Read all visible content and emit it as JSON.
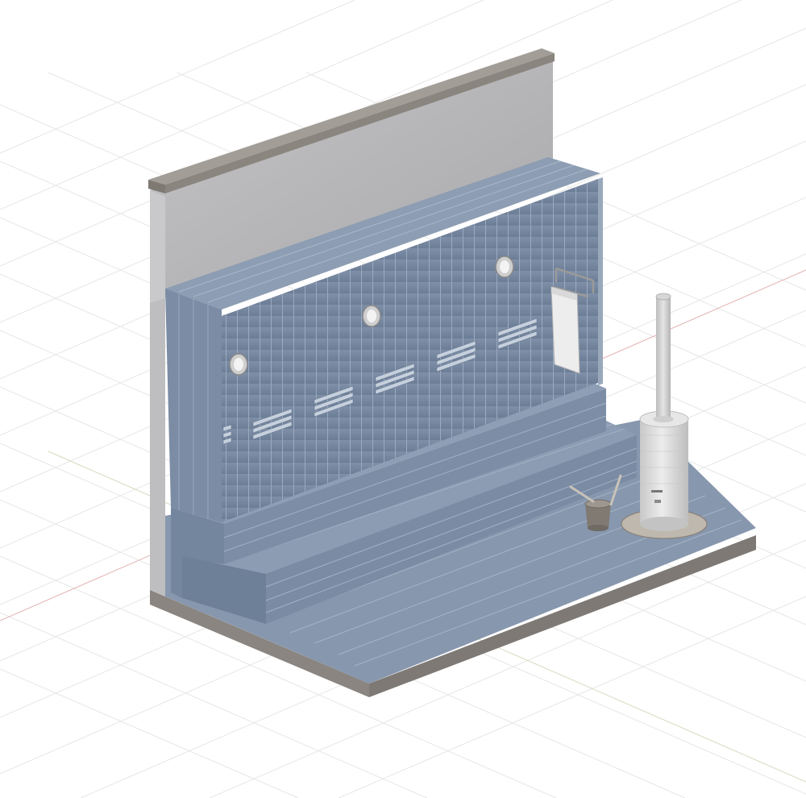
{
  "scene": {
    "subject": "isometric-sauna-interior",
    "objects": [
      "grid-floor",
      "back-wall",
      "wall-cap",
      "base-slab",
      "floor-deck",
      "bench-lower",
      "bench-upper",
      "backrest-panel",
      "side-panel",
      "wall-lamps",
      "vent-slats",
      "towel-rail",
      "towel",
      "stove",
      "chimney-pipe",
      "stove-base-plate",
      "water-bucket",
      "ladle"
    ],
    "lamp_count": 3,
    "vent_count": 6
  },
  "colors": {
    "background": "#ffffff",
    "grid": "#e6e6e6",
    "axis_red": "#d98a8a",
    "axis_green": "#b9c99a",
    "wall": "#b2b2b4",
    "wall_cap": "#8f8a83",
    "base": "#8a8580",
    "wood_top": "#8d9db3",
    "wood_front": "#7a8ba3",
    "wood_dark": "#66768d",
    "plank_line": "#a9b7c9",
    "stove": "#d6d6d6",
    "towel": "#e9e9e9",
    "bucket": "#7d7770"
  }
}
